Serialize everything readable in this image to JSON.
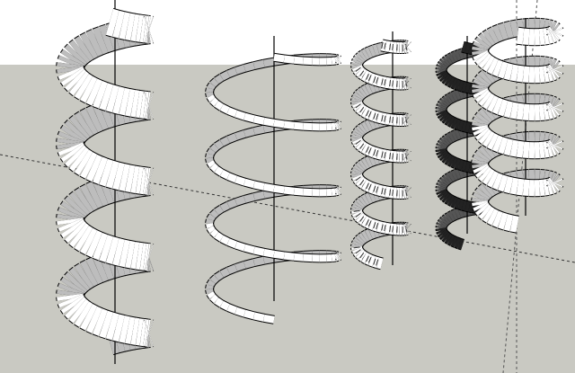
{
  "viewport": {
    "sky_color": "#ffffff",
    "ground_color": "#c9c9c2",
    "edge_color": "#000000",
    "face_color": "#ffffff",
    "back_face_color": "#bdbdbd",
    "tube_color": "#222222"
  },
  "models": [
    {
      "name": "wide-ribbon-helix",
      "turns": 4.5
    },
    {
      "name": "flat-spiral-ramp",
      "turns": 4
    },
    {
      "name": "railed-spiral-helix",
      "turns": 6
    },
    {
      "name": "tube-helix",
      "turns": 5
    },
    {
      "name": "folded-helix",
      "turns": 5
    }
  ]
}
